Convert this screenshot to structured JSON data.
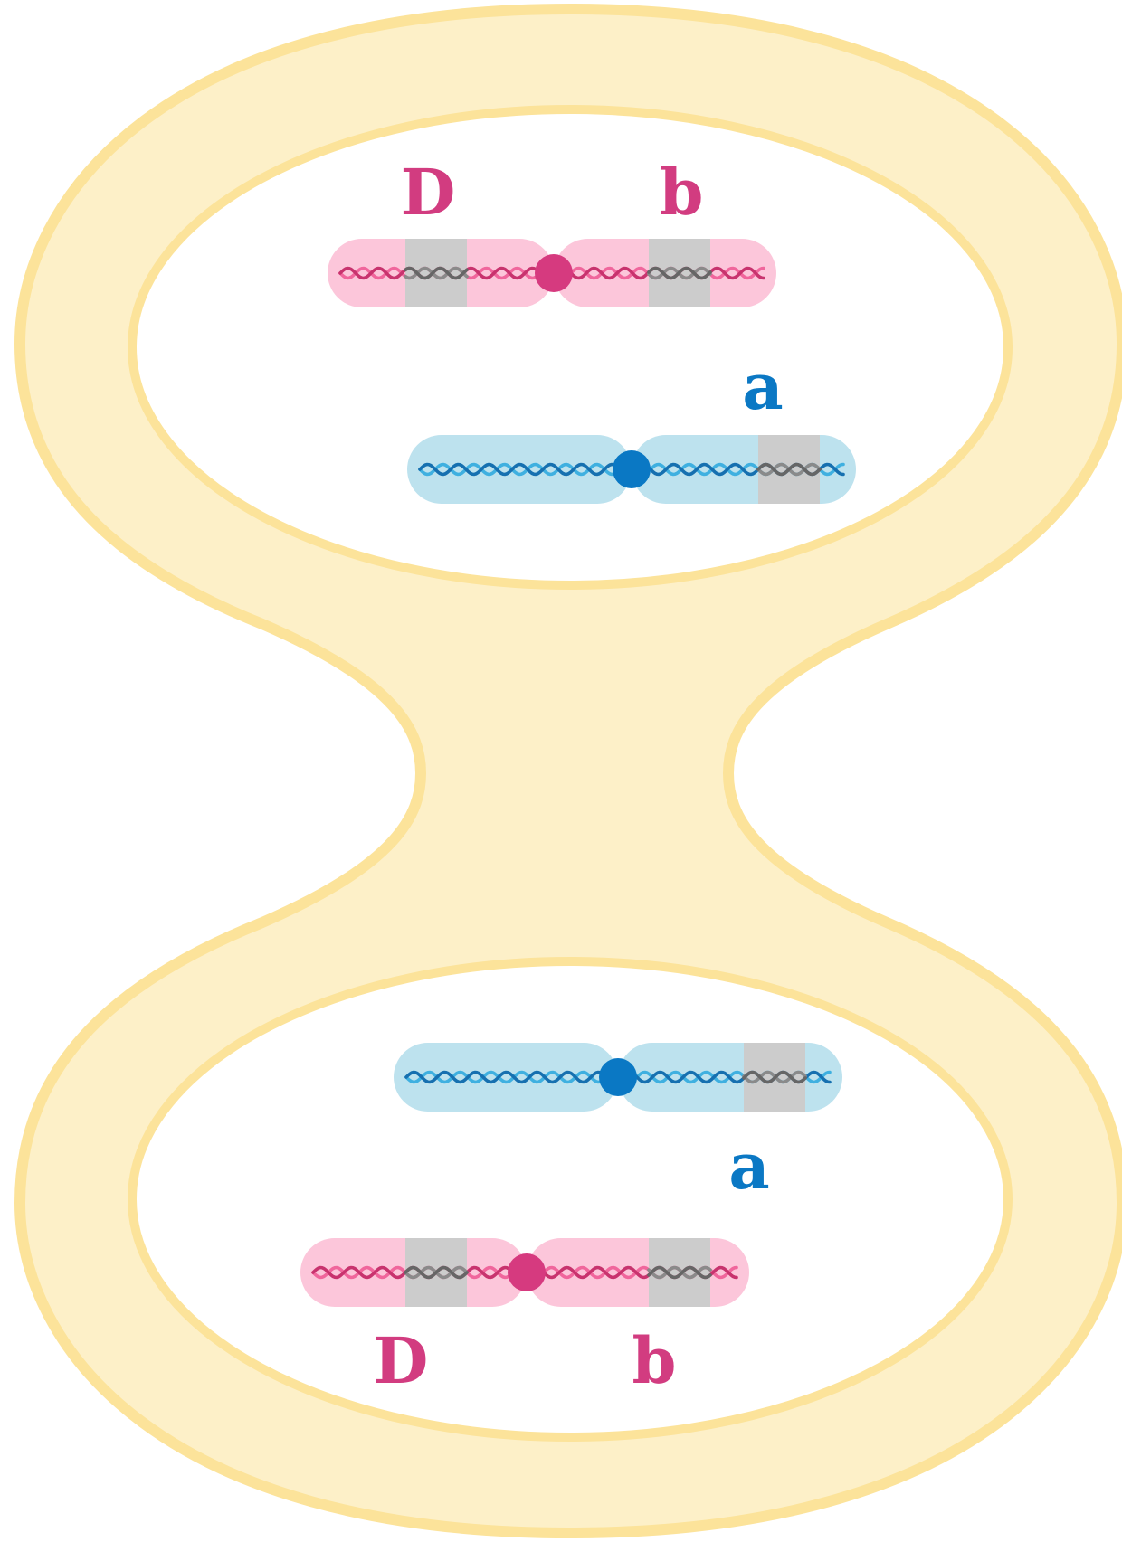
{
  "colors": {
    "cell_fill": "#fdf0c8",
    "cell_border": "#fce39a",
    "nucleus_fill": "#ffffff",
    "maternal_arm": "#fcc6da",
    "maternal_strand": "#f0669c",
    "maternal_strand_dark": "#c8336e",
    "maternal_centromere": "#d63a7f",
    "maternal_label": "#d23c80",
    "paternal_arm": "#bde2ee",
    "paternal_strand": "#3fb0e0",
    "paternal_strand_dark": "#1670b0",
    "paternal_centromere": "#0a78c4",
    "paternal_label": "#0b78c4",
    "gene_band": "#cccccc",
    "gene_strand": "#8a8a8a",
    "gene_strand_dark": "#666666"
  },
  "top_nucleus": {
    "pink_chromosome": {
      "label_left": "D",
      "label_right": "b"
    },
    "blue_chromosome": {
      "label": "a"
    }
  },
  "bottom_nucleus": {
    "blue_chromosome": {
      "label": "a"
    },
    "pink_chromosome": {
      "label_left": "D",
      "label_right": "b"
    }
  }
}
